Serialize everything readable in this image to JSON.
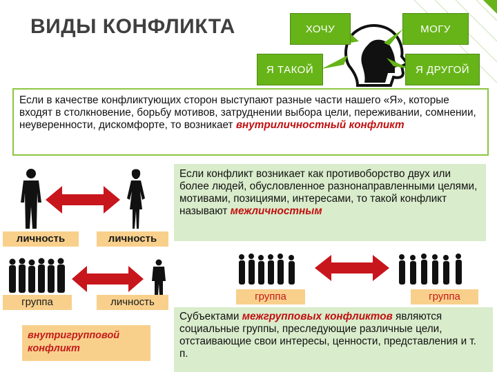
{
  "header": {
    "title": "ВИДЫ КОНФЛИКТА",
    "want_label": "ХОЧУ",
    "can_label": "МОГУ",
    "me_label": "Я ТАКОЙ",
    "other_label": "Я ДРУГОЙ"
  },
  "intrapersonal": {
    "text": "Если в качестве конфликтующих сторон выступают разные части нашего «Я», которые входят в столкновение, борьбу мотивов, затруднении выбора цели, переживании, сомнении, неуверенности, дискомфорте, то возникает ",
    "term": "внутриличностный конфликт"
  },
  "interpersonal": {
    "text": "Если конфликт возникает как противоборство двух или более людей, обусловленное разнонаправленными целями, мотивами, позициями, интересами, то такой конфликт называют ",
    "term": "межличностным"
  },
  "intergroup": {
    "text_before": "Субъектами ",
    "term": "межгрупповых конфликтов",
    "text_after": " являются социальные группы, преследующие различные цели, отстаивающие свои интересы, ценности, представления и т. п."
  },
  "labels": {
    "person_1": "личность",
    "person_2": "личность",
    "group_1": "группа",
    "person_3": "личность",
    "group_2": "группа",
    "group_3": "группа"
  },
  "intragroup_label": "внутригрупповой конфликт",
  "colors": {
    "accent_green": "#67b419",
    "text_box_fill": "#d9eccb",
    "label_fill": "#f8d08c",
    "arrow_red": "#c8161d",
    "emphasis_red": "#c01010"
  },
  "icons": [
    "head-silhouette-icon",
    "person-silhouette-icon",
    "crowd-silhouette-icon",
    "double-arrow-icon"
  ]
}
